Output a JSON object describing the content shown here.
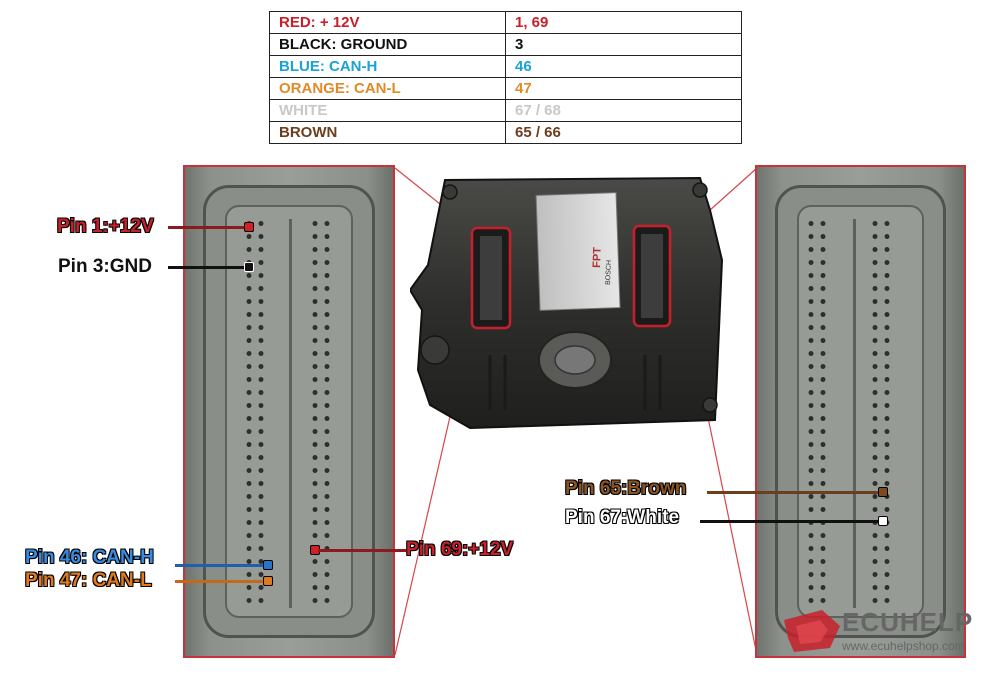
{
  "wiring_table": {
    "rows": [
      {
        "wire": "RED: + 12V",
        "pins": "1, 69",
        "color": "#c8202a"
      },
      {
        "wire": "BLACK: GROUND",
        "pins": "3",
        "color": "#111111"
      },
      {
        "wire": "BLUE: CAN-H",
        "pins": "46",
        "color": "#1aa2d6"
      },
      {
        "wire": "ORANGE: CAN-L",
        "pins": "47",
        "color": "#e08a2a"
      },
      {
        "wire": "WHITE",
        "pins": "67 / 68",
        "color": "#c8c8c8"
      },
      {
        "wire": "BROWN",
        "pins": "65 / 66",
        "color": "#6b3e1e"
      }
    ]
  },
  "pin_labels": {
    "pin1": {
      "text": "Pin 1:+12V",
      "color": "#c8202a"
    },
    "pin3": {
      "text": "Pin 3:GND",
      "color": "#111111"
    },
    "pin46": {
      "text": "Pin 46: CAN-H",
      "color": "#2a74c8"
    },
    "pin47": {
      "text": "Pin 47: CAN-L",
      "color": "#e07a20"
    },
    "pin69": {
      "text": "Pin 69:+12V",
      "color": "#c8202a"
    },
    "pin65": {
      "text": "Pin 65:Brown",
      "color": "#7a4a20"
    },
    "pin67": {
      "text": "Pin 67:White",
      "color": "#ffffff"
    }
  },
  "ecu_photo": {
    "brand_text": "FPT",
    "maker_text": "BOSCH"
  },
  "watermark": {
    "brand": "ECUHELP",
    "url": "www.ecuhelpshop.com"
  }
}
